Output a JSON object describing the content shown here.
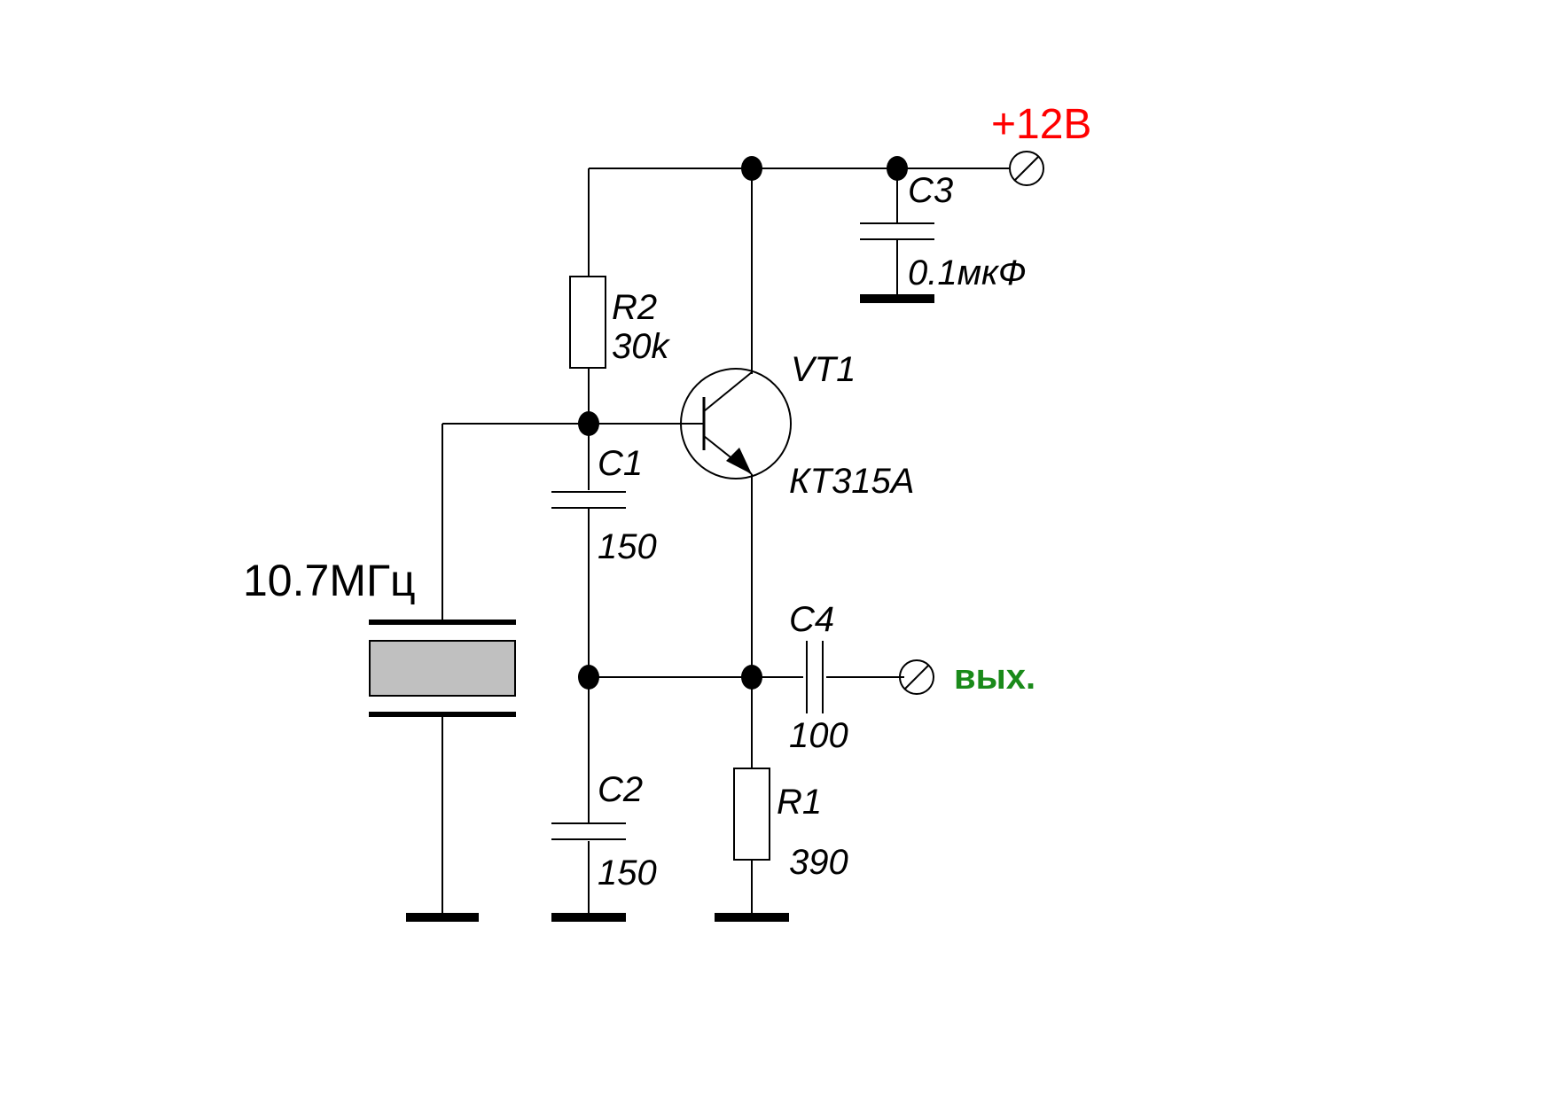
{
  "power": {
    "label": "+12В",
    "color": "#ff0000"
  },
  "output": {
    "label": "вых.",
    "color": "#1a8a1a"
  },
  "components": {
    "r2": {
      "ref": "R2",
      "value": "30k"
    },
    "r1": {
      "ref": "R1",
      "value": "390"
    },
    "c1": {
      "ref": "C1",
      "value": "150"
    },
    "c2": {
      "ref": "C2",
      "value": "150"
    },
    "c3": {
      "ref": "C3",
      "value": "0.1мкФ"
    },
    "c4": {
      "ref": "C4",
      "value": "100"
    },
    "vt1": {
      "ref": "VT1",
      "value": "КТ315А"
    },
    "crystal": {
      "value": "10.7МГц",
      "fill_color": "#c0c0c0"
    }
  }
}
